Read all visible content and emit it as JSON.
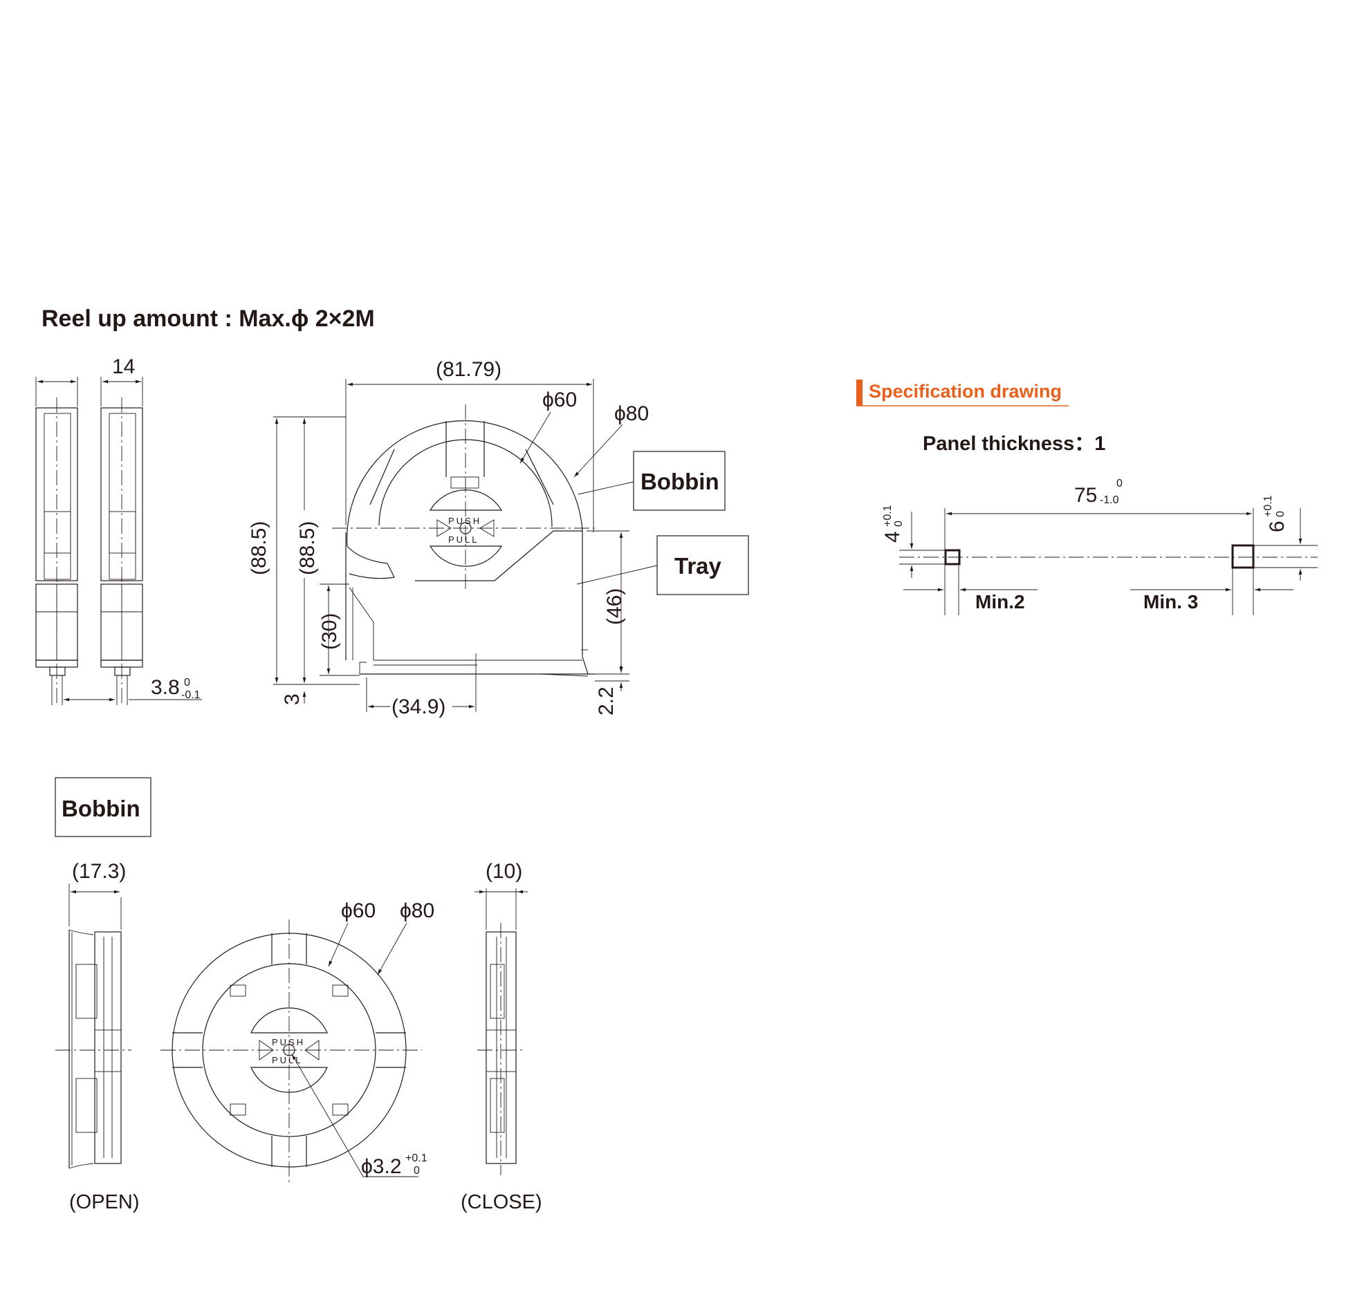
{
  "title": "Reel up amount : Max.ϕ 2×2M",
  "spec": {
    "heading": "Specification drawing",
    "accent_color": "#e8601c",
    "panel_thickness": "Panel thickness：1",
    "dim_75": "75",
    "dim_75_tol": "-1.0",
    "dim_75_tol_up": "0",
    "dim_4": "4",
    "dim_4_tol_up": "+0.1",
    "dim_4_tol_low": "0",
    "dim_6": "6",
    "dim_6_tol_up": "+0.1",
    "dim_6_tol_low": "0",
    "min2": "Min.2",
    "min3": "Min. 3"
  },
  "assembly": {
    "dim_14": "14",
    "dim_3_8": "3.8",
    "dim_3_8_tol_up": "0",
    "dim_3_8_tol_low": "-0.1",
    "dim_81_79": "(81.79)",
    "phi60": "ϕ60",
    "phi80": "ϕ80",
    "dim_88_5_a": "(88.5)",
    "dim_88_5_b": "(88.5)",
    "dim_30": "(30)",
    "dim_3": "3",
    "dim_34_9": "(34.9)",
    "dim_46": "(46)",
    "dim_2_2": "2.2",
    "bobbin_label": "Bobbin",
    "tray_label": "Tray",
    "push": "PUSH",
    "pull": "PULL"
  },
  "bobbin": {
    "label": "Bobbin",
    "dim_17_3": "(17.3)",
    "dim_10": "(10)",
    "phi60": "ϕ60",
    "phi80": "ϕ80",
    "phi3_2": "ϕ3.2",
    "phi3_2_tol_up": "+0.1",
    "phi3_2_tol_low": "0",
    "open": "(OPEN)",
    "close": "(CLOSE)",
    "push": "PUSH",
    "pull": "PULL"
  }
}
